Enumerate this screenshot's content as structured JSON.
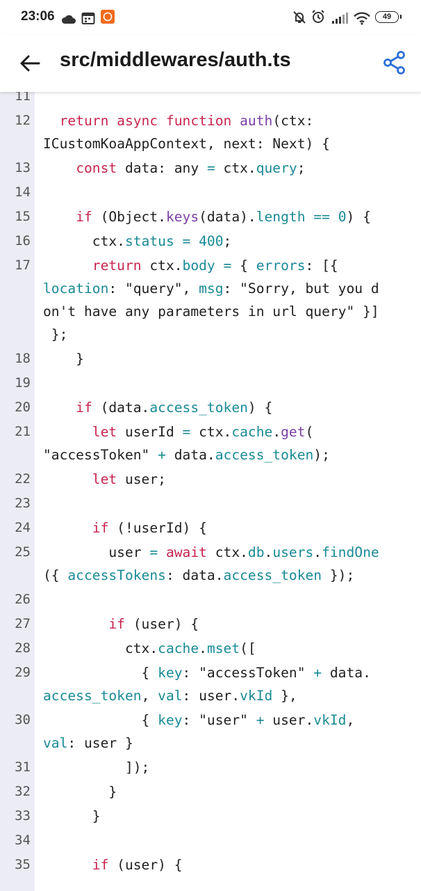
{
  "status_bar": {
    "time": "23:06",
    "battery": "49"
  },
  "app_bar": {
    "title": "src/middlewares/auth.ts",
    "back_icon": "arrow-left-icon",
    "share_icon": "share-icon"
  },
  "code": {
    "lines": [
      {
        "num": "11",
        "rows": [
          []
        ]
      },
      {
        "num": "12",
        "rows": [
          [
            [
              "",
              "  "
            ],
            [
              "kw",
              "return"
            ],
            [
              "",
              " "
            ],
            [
              "kw",
              "async"
            ],
            [
              "",
              " "
            ],
            [
              "kw",
              "function"
            ],
            [
              "",
              " "
            ],
            [
              "fn",
              "auth"
            ],
            [
              "",
              "(ctx:"
            ]
          ],
          [
            [
              "",
              "ICustomKoaAppContext, next: Next) {"
            ]
          ]
        ]
      },
      {
        "num": "13",
        "rows": [
          [
            [
              "",
              "    "
            ],
            [
              "kw",
              "const"
            ],
            [
              "",
              " data: any "
            ],
            [
              "op",
              "="
            ],
            [
              "",
              " ctx."
            ],
            [
              "prop",
              "query"
            ],
            [
              "",
              ";"
            ]
          ]
        ]
      },
      {
        "num": "14",
        "rows": [
          []
        ]
      },
      {
        "num": "15",
        "rows": [
          [
            [
              "",
              "    "
            ],
            [
              "kw",
              "if"
            ],
            [
              "",
              " (Object."
            ],
            [
              "fn",
              "keys"
            ],
            [
              "",
              "(data)."
            ],
            [
              "prop",
              "length"
            ],
            [
              "",
              " "
            ],
            [
              "op",
              "=="
            ],
            [
              "",
              " "
            ],
            [
              "num",
              "0"
            ],
            [
              "",
              ") {"
            ]
          ]
        ]
      },
      {
        "num": "16",
        "rows": [
          [
            [
              "",
              "      ctx."
            ],
            [
              "prop",
              "status"
            ],
            [
              "",
              " "
            ],
            [
              "op",
              "="
            ],
            [
              "",
              " "
            ],
            [
              "num",
              "400"
            ],
            [
              "",
              ";"
            ]
          ]
        ]
      },
      {
        "num": "17",
        "rows": [
          [
            [
              "",
              "      "
            ],
            [
              "kw",
              "return"
            ],
            [
              "",
              " ctx."
            ],
            [
              "prop",
              "body"
            ],
            [
              "",
              " "
            ],
            [
              "op",
              "="
            ],
            [
              "",
              " { "
            ],
            [
              "prop",
              "errors"
            ],
            [
              "",
              ": [{"
            ]
          ],
          [
            [
              "prop",
              "location"
            ],
            [
              "",
              ": \"query\", "
            ],
            [
              "prop",
              "msg"
            ],
            [
              "",
              ": \"Sorry, but you d"
            ]
          ],
          [
            [
              "",
              "on't have any parameters in url query\" }]"
            ]
          ],
          [
            [
              "",
              " };"
            ]
          ]
        ]
      },
      {
        "num": "18",
        "rows": [
          [
            [
              "",
              "    }"
            ]
          ]
        ]
      },
      {
        "num": "19",
        "rows": [
          []
        ]
      },
      {
        "num": "20",
        "rows": [
          [
            [
              "",
              "    "
            ],
            [
              "kw",
              "if"
            ],
            [
              "",
              " (data."
            ],
            [
              "prop",
              "access_token"
            ],
            [
              "",
              ") {"
            ]
          ]
        ]
      },
      {
        "num": "21",
        "rows": [
          [
            [
              "",
              "      "
            ],
            [
              "kw",
              "let"
            ],
            [
              "",
              " userId "
            ],
            [
              "op",
              "="
            ],
            [
              "",
              " ctx."
            ],
            [
              "prop",
              "cache"
            ],
            [
              "",
              "."
            ],
            [
              "fn",
              "get"
            ],
            [
              "",
              "("
            ]
          ],
          [
            [
              "",
              "\"accessToken\" "
            ],
            [
              "op",
              "+"
            ],
            [
              "",
              " data."
            ],
            [
              "prop",
              "access_token"
            ],
            [
              "",
              ");"
            ]
          ]
        ]
      },
      {
        "num": "22",
        "rows": [
          [
            [
              "",
              "      "
            ],
            [
              "kw",
              "let"
            ],
            [
              "",
              " user;"
            ]
          ]
        ]
      },
      {
        "num": "23",
        "rows": [
          []
        ]
      },
      {
        "num": "24",
        "rows": [
          [
            [
              "",
              "      "
            ],
            [
              "kw",
              "if"
            ],
            [
              "",
              " (!userId) {"
            ]
          ]
        ]
      },
      {
        "num": "25",
        "rows": [
          [
            [
              "",
              "        user "
            ],
            [
              "op",
              "="
            ],
            [
              "",
              " "
            ],
            [
              "kw",
              "await"
            ],
            [
              "",
              " ctx."
            ],
            [
              "prop",
              "db"
            ],
            [
              "",
              "."
            ],
            [
              "prop",
              "users"
            ],
            [
              "",
              "."
            ],
            [
              "prop",
              "findOne"
            ]
          ],
          [
            [
              "",
              "({ "
            ],
            [
              "prop",
              "accessTokens"
            ],
            [
              "",
              ": data."
            ],
            [
              "prop",
              "access_token"
            ],
            [
              "",
              " });"
            ]
          ]
        ]
      },
      {
        "num": "26",
        "rows": [
          []
        ]
      },
      {
        "num": "27",
        "rows": [
          [
            [
              "",
              "        "
            ],
            [
              "kw",
              "if"
            ],
            [
              "",
              " (user) {"
            ]
          ]
        ]
      },
      {
        "num": "28",
        "rows": [
          [
            [
              "",
              "          ctx."
            ],
            [
              "prop",
              "cache"
            ],
            [
              "",
              "."
            ],
            [
              "prop",
              "mset"
            ],
            [
              "",
              "(["
            ]
          ]
        ]
      },
      {
        "num": "29",
        "rows": [
          [
            [
              "",
              "            { "
            ],
            [
              "prop",
              "key"
            ],
            [
              "",
              ": \"accessToken\" "
            ],
            [
              "op",
              "+"
            ],
            [
              "",
              " data."
            ]
          ],
          [
            [
              "prop",
              "access_token"
            ],
            [
              "",
              ", "
            ],
            [
              "prop",
              "val"
            ],
            [
              "",
              ": user."
            ],
            [
              "prop",
              "vkId"
            ],
            [
              "",
              " },"
            ]
          ]
        ]
      },
      {
        "num": "30",
        "rows": [
          [
            [
              "",
              "            { "
            ],
            [
              "prop",
              "key"
            ],
            [
              "",
              ": \"user\" "
            ],
            [
              "op",
              "+"
            ],
            [
              "",
              " user."
            ],
            [
              "prop",
              "vkId"
            ],
            [
              "",
              ","
            ]
          ],
          [
            [
              "prop",
              "val"
            ],
            [
              "",
              ": user }"
            ]
          ]
        ]
      },
      {
        "num": "31",
        "rows": [
          [
            [
              "",
              "          ]);"
            ]
          ]
        ]
      },
      {
        "num": "32",
        "rows": [
          [
            [
              "",
              "        }"
            ]
          ]
        ]
      },
      {
        "num": "33",
        "rows": [
          [
            [
              "",
              "      }"
            ]
          ]
        ]
      },
      {
        "num": "34",
        "rows": [
          []
        ]
      },
      {
        "num": "35",
        "rows": [
          [
            [
              "",
              "      "
            ],
            [
              "kw",
              "if"
            ],
            [
              "",
              " (user) {"
            ]
          ]
        ]
      }
    ]
  }
}
